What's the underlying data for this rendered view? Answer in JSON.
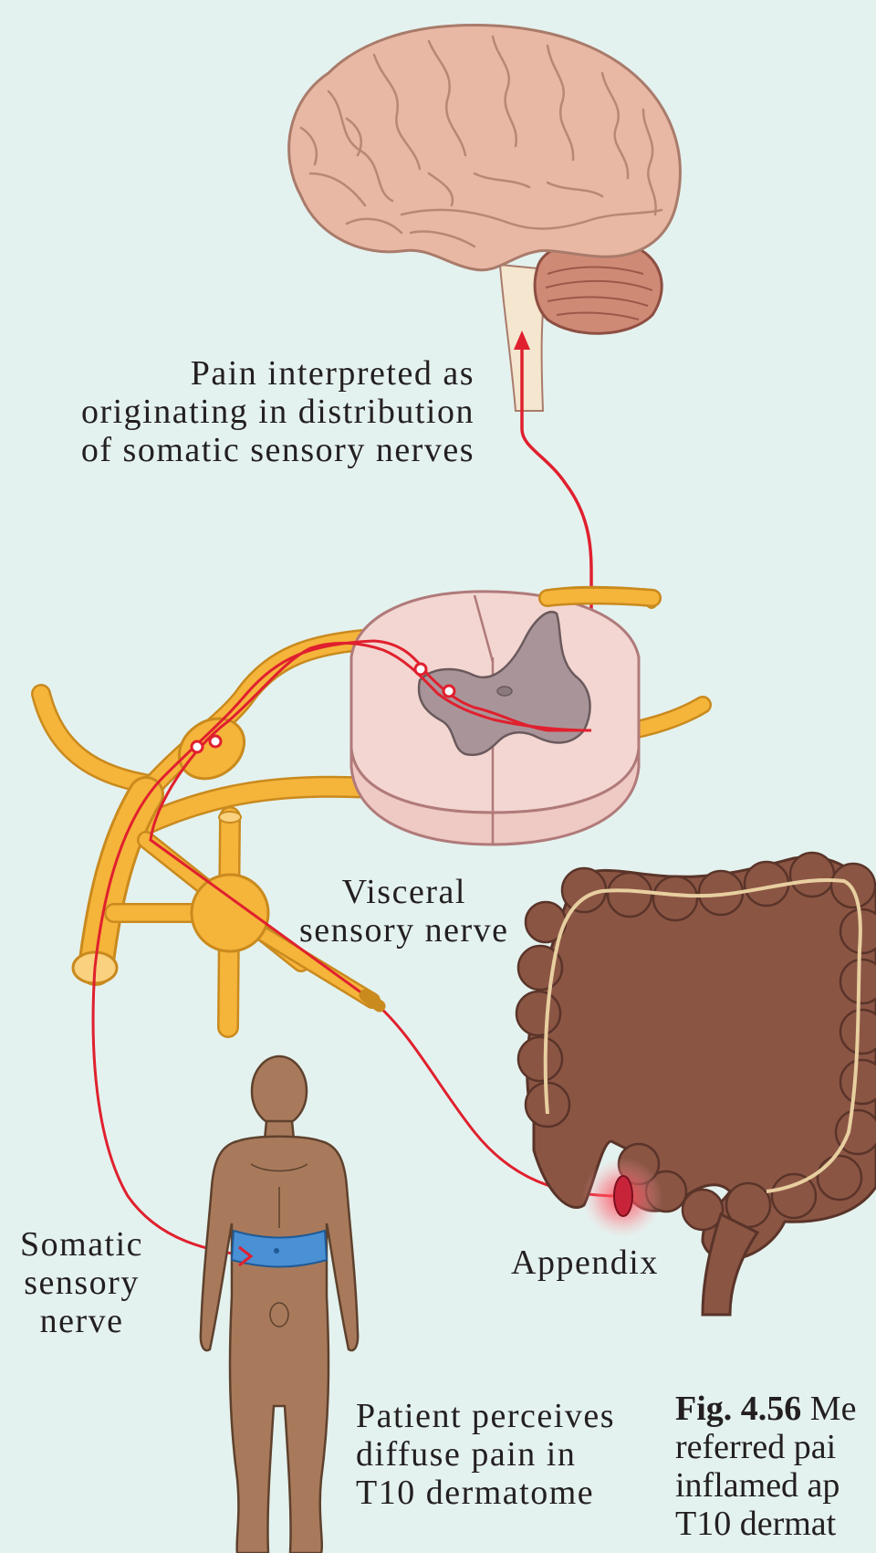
{
  "labels": {
    "pain_interpreted": [
      "Pain interpreted as",
      "originating in distribution",
      "of somatic sensory nerves"
    ],
    "visceral_nerve": [
      "Visceral",
      "sensory nerve"
    ],
    "somatic_nerve": [
      "Somatic",
      "sensory",
      "nerve"
    ],
    "appendix": "Appendix",
    "patient_perceives": [
      "Patient perceives",
      "diffuse pain in",
      "T10 dermatome"
    ]
  },
  "caption": {
    "figure_number": "Fig. 4.56",
    "lines": [
      "Me",
      "referred pai",
      "inflamed ap",
      "T10 dermat"
    ]
  },
  "colors": {
    "background": "#e4f2ef",
    "nerve": "#f5b43a",
    "pain_pathway": "#e0202e",
    "brain": "#e8b8a4",
    "cerebellum": "#cf8a76",
    "spinal_cord": "#f3d6d1",
    "grey_matter": "#a99599",
    "colon": "#8b5544",
    "body": "#a87a5b",
    "dermatome_band": "#4a90d4"
  }
}
